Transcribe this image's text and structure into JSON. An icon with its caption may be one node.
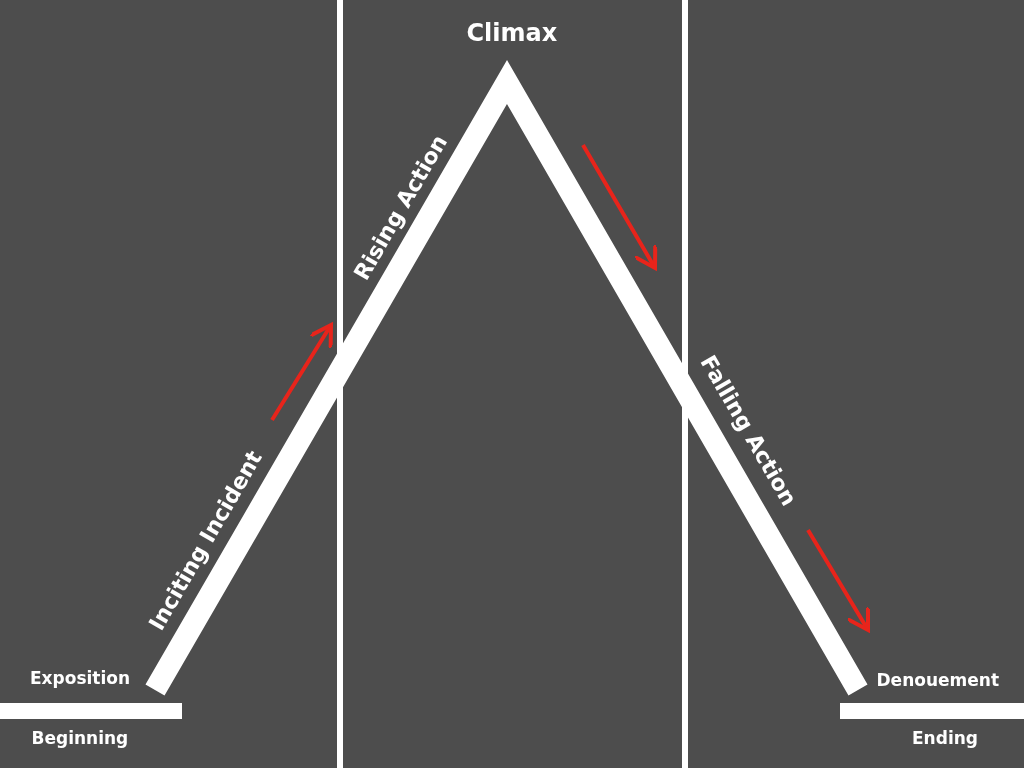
{
  "diagram": {
    "labels": [
      "Climax",
      "Rising Action",
      "Inciting Incident",
      "Falling Action",
      "Exposition",
      "Denouement",
      "Beginning",
      "Ending"
    ]
  }
}
